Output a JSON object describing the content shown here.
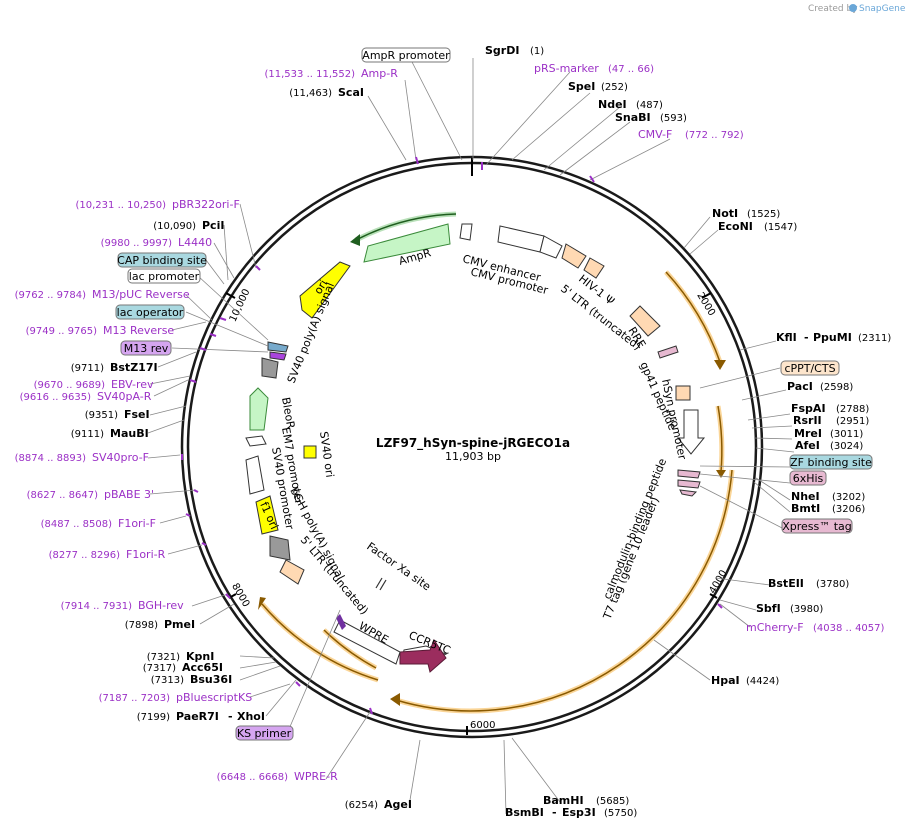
{
  "watermark": {
    "created_by": "Created by",
    "brand": "SnapGene"
  },
  "plasmid": {
    "name": "LZF97_hSyn-spine-jRGECO1a",
    "size": "11,903 bp"
  },
  "colors": {
    "backbone": "#1a1a1a",
    "orf": "#f5b342",
    "orf_fill": "#ffffff",
    "green_feature": "#c6f5c6",
    "green_stroke": "#3a8a3a",
    "yellow_feature": "#ffff00",
    "promoter": "#ffffff",
    "ltr": "#ffd9b3",
    "gray_feature": "#999999",
    "ccr5tc": "#9b2d5e",
    "purple_text": "#9b30c6",
    "box_blue": "#a9d8e0",
    "box_pink": "#e7b9d1",
    "box_violet": "#d5a5f0",
    "box_peach": "#fde5cc"
  },
  "ticks": [
    {
      "label": "2000"
    },
    {
      "label": "4000"
    },
    {
      "label": "6000"
    },
    {
      "label": "8000"
    },
    {
      "label": "10,000"
    }
  ],
  "sites_right": [
    {
      "name": "SgrDI",
      "pos": "(1)"
    },
    {
      "name": "SpeI",
      "pos": "(252)"
    },
    {
      "name": "NdeI",
      "pos": "(487)"
    },
    {
      "name": "SnaBI",
      "pos": "(593)"
    },
    {
      "name": "NotI",
      "pos": "(1525)"
    },
    {
      "name": "EcoNI",
      "pos": "(1547)"
    },
    {
      "name": "KflI",
      "name2": "PpuMI",
      "pos": "(2311)"
    },
    {
      "name": "PacI",
      "pos": "(2598)"
    },
    {
      "name": "FspAI",
      "pos": "(2788)"
    },
    {
      "name": "RsrII",
      "pos": "(2951)"
    },
    {
      "name": "MreI",
      "pos": "(3011)"
    },
    {
      "name": "AfeI",
      "pos": "(3024)"
    },
    {
      "name": "NheI",
      "pos": "(3202)"
    },
    {
      "name": "BmtI",
      "pos": "(3206)"
    },
    {
      "name": "BstEII",
      "pos": "(3780)"
    },
    {
      "name": "SbfI",
      "pos": "(3980)"
    },
    {
      "name": "HpaI",
      "pos": "(4424)"
    },
    {
      "name": "BamHI",
      "pos": "(5685)"
    },
    {
      "name": "BsmBI",
      "name2": "Esp3I",
      "pos": "(5750)"
    }
  ],
  "sites_left": [
    {
      "name": "ScaI",
      "pos": "(11,463)"
    },
    {
      "name": "PciI",
      "pos": "(10,090)"
    },
    {
      "name": "BstZ17I",
      "pos": "(9711)"
    },
    {
      "name": "FseI",
      "pos": "(9351)"
    },
    {
      "name": "MauBI",
      "pos": "(9111)"
    },
    {
      "name": "PmeI",
      "pos": "(7898)"
    },
    {
      "name": "KpnI",
      "pos": "(7321)"
    },
    {
      "name": "Acc65I",
      "pos": "(7317)"
    },
    {
      "name": "Bsu36I",
      "pos": "(7313)"
    },
    {
      "name": "PaeR7I",
      "name2": "XhoI",
      "pos": "(7199)"
    },
    {
      "name": "AgeI",
      "pos": "(6254)"
    }
  ],
  "primers": [
    {
      "name": "Amp-R",
      "pos": "(11,533 .. 11,552)"
    },
    {
      "name": "pRS-marker",
      "pos": "(47 .. 66)"
    },
    {
      "name": "CMV-F",
      "pos": "(772 .. 792)"
    },
    {
      "name": "pBR322ori-F",
      "pos": "(10,231 .. 10,250)"
    },
    {
      "name": "L4440",
      "pos": "(9980 .. 9997)"
    },
    {
      "name": "M13/pUC Reverse",
      "pos": "(9762 .. 9784)"
    },
    {
      "name": "M13 Reverse",
      "pos": "(9749 .. 9765)"
    },
    {
      "name": "EBV-rev",
      "pos": "(9670 .. 9689)"
    },
    {
      "name": "SV40pA-R",
      "pos": "(9616 .. 9635)"
    },
    {
      "name": "SV40pro-F",
      "pos": "(8874 .. 8893)"
    },
    {
      "name": "pBABE 3'",
      "pos": "(8627 .. 8647)"
    },
    {
      "name": "F1ori-F",
      "pos": "(8487 .. 8508)"
    },
    {
      "name": "F1ori-R",
      "pos": "(8277 .. 8296)"
    },
    {
      "name": "BGH-rev",
      "pos": "(7914 .. 7931)"
    },
    {
      "name": "pBluescriptKS",
      "pos": "(7187 .. 7203)"
    },
    {
      "name": "mCherry-F",
      "pos": "(4038 .. 4057)"
    },
    {
      "name": "WPRE-R",
      "pos": "(6648 .. 6668)"
    }
  ],
  "boxed_labels": [
    {
      "text": "AmpR promoter",
      "style": "white"
    },
    {
      "text": "CAP binding site",
      "style": "blue"
    },
    {
      "text": "lac promoter",
      "style": "white"
    },
    {
      "text": "lac operator",
      "style": "blue"
    },
    {
      "text": "M13 rev",
      "style": "violet"
    },
    {
      "text": "cPPT/CTS",
      "style": "peach"
    },
    {
      "text": "ZF binding site",
      "style": "blue"
    },
    {
      "text": "6xHis",
      "style": "pink"
    },
    {
      "text": "Xpress™ tag",
      "style": "pink"
    },
    {
      "text": "KS primer",
      "style": "violet"
    }
  ],
  "inner_features": {
    "ampr": "AmpR",
    "cmv_enhancer": "CMV enhancer",
    "cmv_promoter": "CMV promoter",
    "hiv_psi": "HIV-1 Ψ",
    "ltr5_top": "5' LTR (truncated)",
    "rre": "RRE",
    "gp41": "gp41 peptide",
    "hsyn": "hSyn promoter",
    "t7tag": "T7 tag (gene 10 leader)",
    "cbp": "calmodulin-binding peptide",
    "ori": "ori",
    "sv40pa": "SV40 poly(A) signal",
    "bleor": "BleoR",
    "em7": "EM7 promoter",
    "sv40ori": "SV40 ori",
    "sv40prom": "SV40 promoter",
    "f1ori": "f1 ori",
    "bgh": "bGH poly(A) signal",
    "ltr5_bottom": "5' LTR (truncated)",
    "factorxa": "Factor Xa site",
    "wpre": "WPRE",
    "ccr5tc": "CCR5TC"
  }
}
